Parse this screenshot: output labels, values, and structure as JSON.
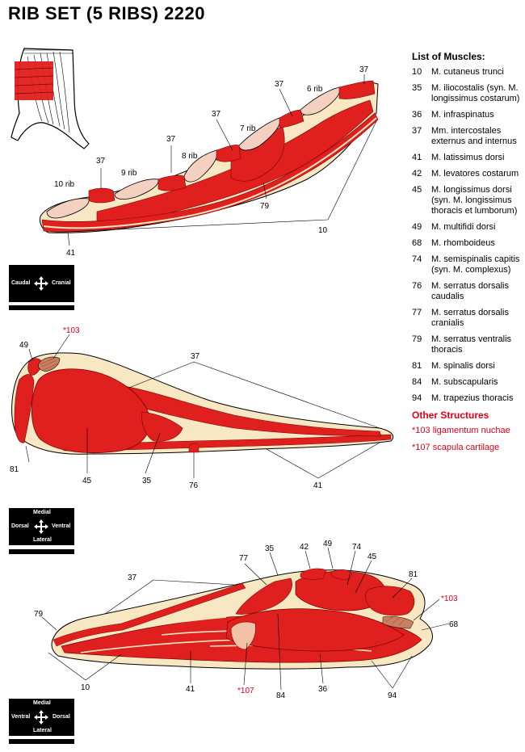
{
  "title": "RIB SET (5 RIBS)  2220",
  "legend": {
    "title": "List of Muscles:",
    "muscles": [
      {
        "num": "10",
        "name": "M. cutaneus trunci"
      },
      {
        "num": "35",
        "name": "M. iliocostalis (syn. M. longissimus costarum)"
      },
      {
        "num": "36",
        "name": "M. infraspinatus"
      },
      {
        "num": "37",
        "name": "Mm. intercostales externus and internus"
      },
      {
        "num": "41",
        "name": "M. latissimus dorsi"
      },
      {
        "num": "42",
        "name": "M. levatores costarum"
      },
      {
        "num": "45",
        "name": "M. longissimus dorsi (syn. M. longissimus thoracis et lumborum)"
      },
      {
        "num": "49",
        "name": "M. multifidi dorsi"
      },
      {
        "num": "68",
        "name": "M. rhomboideus"
      },
      {
        "num": "74",
        "name": "M. semispinalis capitis (syn. M. complexus)"
      },
      {
        "num": "76",
        "name": "M. serratus dorsalis caudalis"
      },
      {
        "num": "77",
        "name": "M. serratus dorsalis cranialis"
      },
      {
        "num": "79",
        "name": "M. serratus ventralis thoracis"
      },
      {
        "num": "81",
        "name": "M. spinalis dorsi"
      },
      {
        "num": "84",
        "name": "M. subscapularis"
      },
      {
        "num": "94",
        "name": "M. trapezius thoracis"
      }
    ],
    "other_title": "Other Structures",
    "other": [
      {
        "num": "*103",
        "name": "ligamentum nuchae"
      },
      {
        "num": "*107",
        "name": "scapula cartilage"
      }
    ]
  },
  "colors": {
    "muscle": "#e0201e",
    "muscle_dark": "#a80f10",
    "fat": "#f7e7c2",
    "bone": "#f3d0bf",
    "red_label": "#e0001a"
  },
  "compass1": {
    "left": "Caudal",
    "right": "Cranial"
  },
  "compass2": {
    "top": "Medial",
    "left": "Dorsal",
    "right": "Ventral",
    "bottom": "Lateral"
  },
  "compass3": {
    "top": "Medial",
    "left": "Ventral",
    "right": "Dorsal",
    "bottom": "Lateral"
  },
  "fig1": {
    "rib_labels": [
      "10 rib",
      "9 rib",
      "8 rib",
      "7 rib",
      "6 rib"
    ],
    "nums": {
      "n37": "37",
      "n79": "79",
      "n10": "10",
      "n41": "41"
    }
  },
  "fig2": {
    "nums": {
      "n49": "49",
      "n103": "*103",
      "n37": "37",
      "n81": "81",
      "n45": "45",
      "n35": "35",
      "n76": "76",
      "n41": "41"
    }
  },
  "fig3": {
    "nums": {
      "n35": "35",
      "n42": "42",
      "n49": "49",
      "n74": "74",
      "n77": "77",
      "n45": "45",
      "n37": "37",
      "n81": "81",
      "n103": "*103",
      "n79": "79",
      "n68": "68",
      "n10": "10",
      "n41": "41",
      "n107": "*107",
      "n84": "84",
      "n36": "36",
      "n94": "94"
    }
  }
}
